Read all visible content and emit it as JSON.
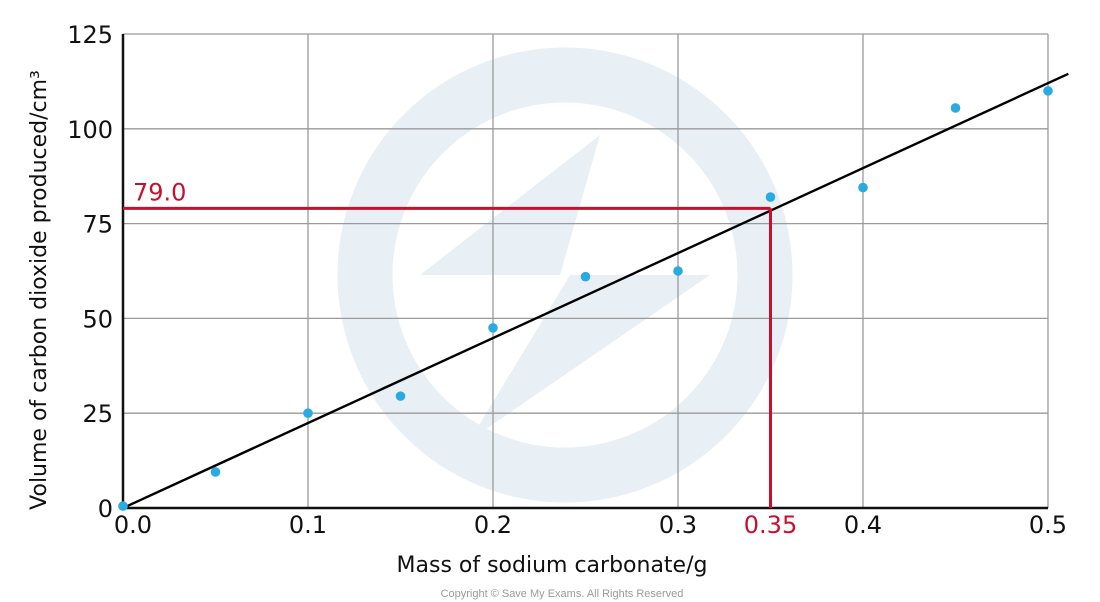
{
  "chart_data": {
    "type": "scatter",
    "xlabel": "Mass of sodium carbonate/g",
    "ylabel": "Volume of carbon dioxide produced/cm³",
    "xlim": [
      0,
      0.5
    ],
    "ylim": [
      0,
      125
    ],
    "x_ticks": [
      "0.0",
      "0.1",
      "0.2",
      "0.3",
      "0.4",
      "0.5"
    ],
    "x_tick_values": [
      0,
      0.1,
      0.2,
      0.3,
      0.4,
      0.5
    ],
    "y_ticks": [
      "0",
      "25",
      "50",
      "75",
      "100",
      "125"
    ],
    "y_tick_values": [
      0,
      25,
      50,
      75,
      100,
      125
    ],
    "grid": true,
    "points": [
      {
        "x": 0.0,
        "y": 0.5
      },
      {
        "x": 0.05,
        "y": 9.5
      },
      {
        "x": 0.1,
        "y": 25
      },
      {
        "x": 0.15,
        "y": 29.5
      },
      {
        "x": 0.2,
        "y": 47.5
      },
      {
        "x": 0.25,
        "y": 61
      },
      {
        "x": 0.3,
        "y": 62.5
      },
      {
        "x": 0.35,
        "y": 82
      },
      {
        "x": 0.4,
        "y": 84.5
      },
      {
        "x": 0.45,
        "y": 105.5
      },
      {
        "x": 0.5,
        "y": 110
      }
    ],
    "best_fit_line": {
      "x": [
        0.0,
        0.511
      ],
      "y": [
        0.0,
        114.5
      ]
    },
    "reading": {
      "x": 0.35,
      "y": 79.0,
      "x_label": "0.35",
      "y_label": "79.0"
    },
    "colors": {
      "points": "#29abe2",
      "line": "#000000",
      "reading": "#c8102e",
      "grid": "#9a9a9a",
      "watermark": "#e4ecf3"
    }
  },
  "footer": {
    "copyright": "Copyright © Save My Exams. All Rights Reserved"
  }
}
